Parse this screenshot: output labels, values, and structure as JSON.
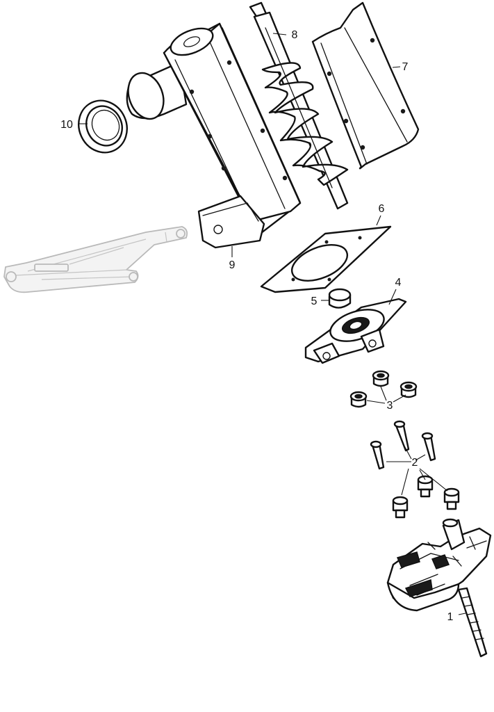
{
  "callouts": [
    {
      "id": "1",
      "label": "1"
    },
    {
      "id": "2",
      "label": "2"
    },
    {
      "id": "3",
      "label": "3"
    },
    {
      "id": "4",
      "label": "4"
    },
    {
      "id": "5",
      "label": "5"
    },
    {
      "id": "6",
      "label": "6"
    },
    {
      "id": "7",
      "label": "7"
    },
    {
      "id": "8",
      "label": "8"
    },
    {
      "id": "9",
      "label": "9"
    },
    {
      "id": "10",
      "label": "10"
    }
  ],
  "colors": {
    "line": "#111111",
    "ghost": "#b9b9b9",
    "background": "#ffffff"
  }
}
